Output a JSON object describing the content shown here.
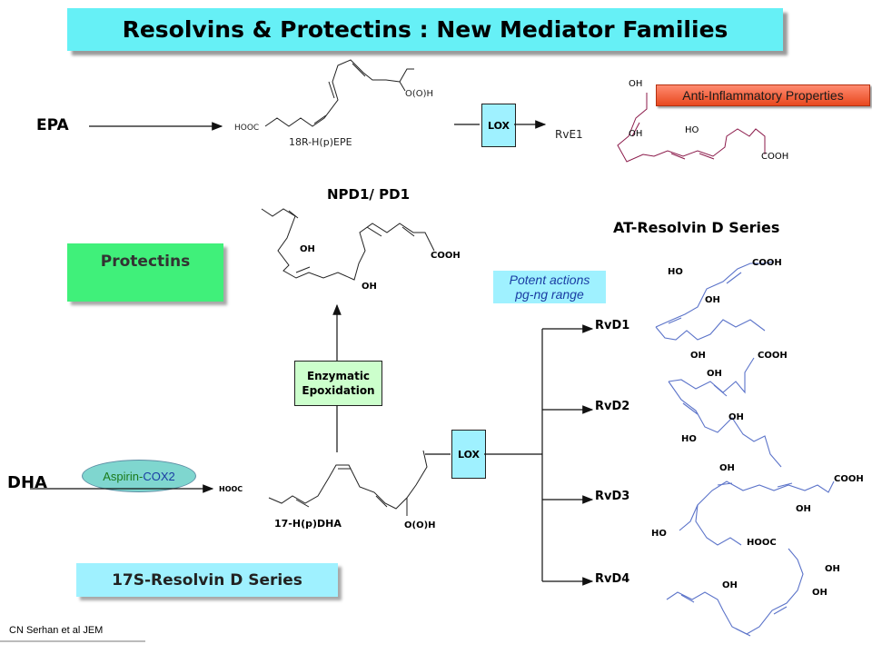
{
  "title": "Resolvins & Protectins : New Mediator Families",
  "epa": {
    "label": "EPA",
    "precursor": "18R-H(p)EPE",
    "hooc": "HOOC",
    "hydroperoxy": "O(O)H",
    "enzyme": "LOX",
    "product": "RvE1",
    "rve1_oh1": "OH",
    "rve1_oh2": "OH",
    "rve1_ho": "HO",
    "rve1_cooh": "COOH",
    "property": "Anti-Inflammatory Properties",
    "colors": {
      "rve1_structure": "#8b1a4a",
      "property_bg": "#f0643c"
    }
  },
  "protectin": {
    "heading": "NPD1/ PD1",
    "box_label": "Protectins",
    "oh1": "OH",
    "oh2": "OH",
    "cooh": "COOH",
    "enzymatic_line1": "Enzymatic",
    "enzymatic_line2": "Epoxidation"
  },
  "dha": {
    "label": "DHA",
    "aspirin": "Aspirin-",
    "cox2": "COX2",
    "hooc": "HOOC",
    "precursor": "17-H(p)DHA",
    "hydroperoxy": "O(O)H",
    "enzyme": "LOX",
    "resolvin_series": "17S-Resolvin D Series",
    "colors": {
      "aspirin": "#1a7a1a",
      "cox2": "#1a3da3"
    }
  },
  "at_resolvin": {
    "heading": "AT-Resolvin D Series",
    "potent_line1": "Potent actions",
    "potent_line2": "pg-ng range",
    "products": [
      "RvD1",
      "RvD2",
      "RvD3",
      "RvD4"
    ],
    "labels": {
      "d1_ho": "HO",
      "d1_oh1": "OH",
      "d1_oh2": "OH",
      "d1_cooh": "COOH",
      "d2_oh1": "OH",
      "d2_oh2": "OH",
      "d2_ho": "HO",
      "d2_cooh": "COOH",
      "d3_oh1": "OH",
      "d3_oh2": "OH",
      "d3_ho": "HO",
      "d3_cooh": "COOH",
      "d4_hooc": "HOOC",
      "d4_oh1": "OH",
      "d4_oh2": "OH",
      "d4_oh3": "OH"
    },
    "colors": {
      "structure": "#5b73c9"
    }
  },
  "citation": "CN Serhan et al JEM"
}
